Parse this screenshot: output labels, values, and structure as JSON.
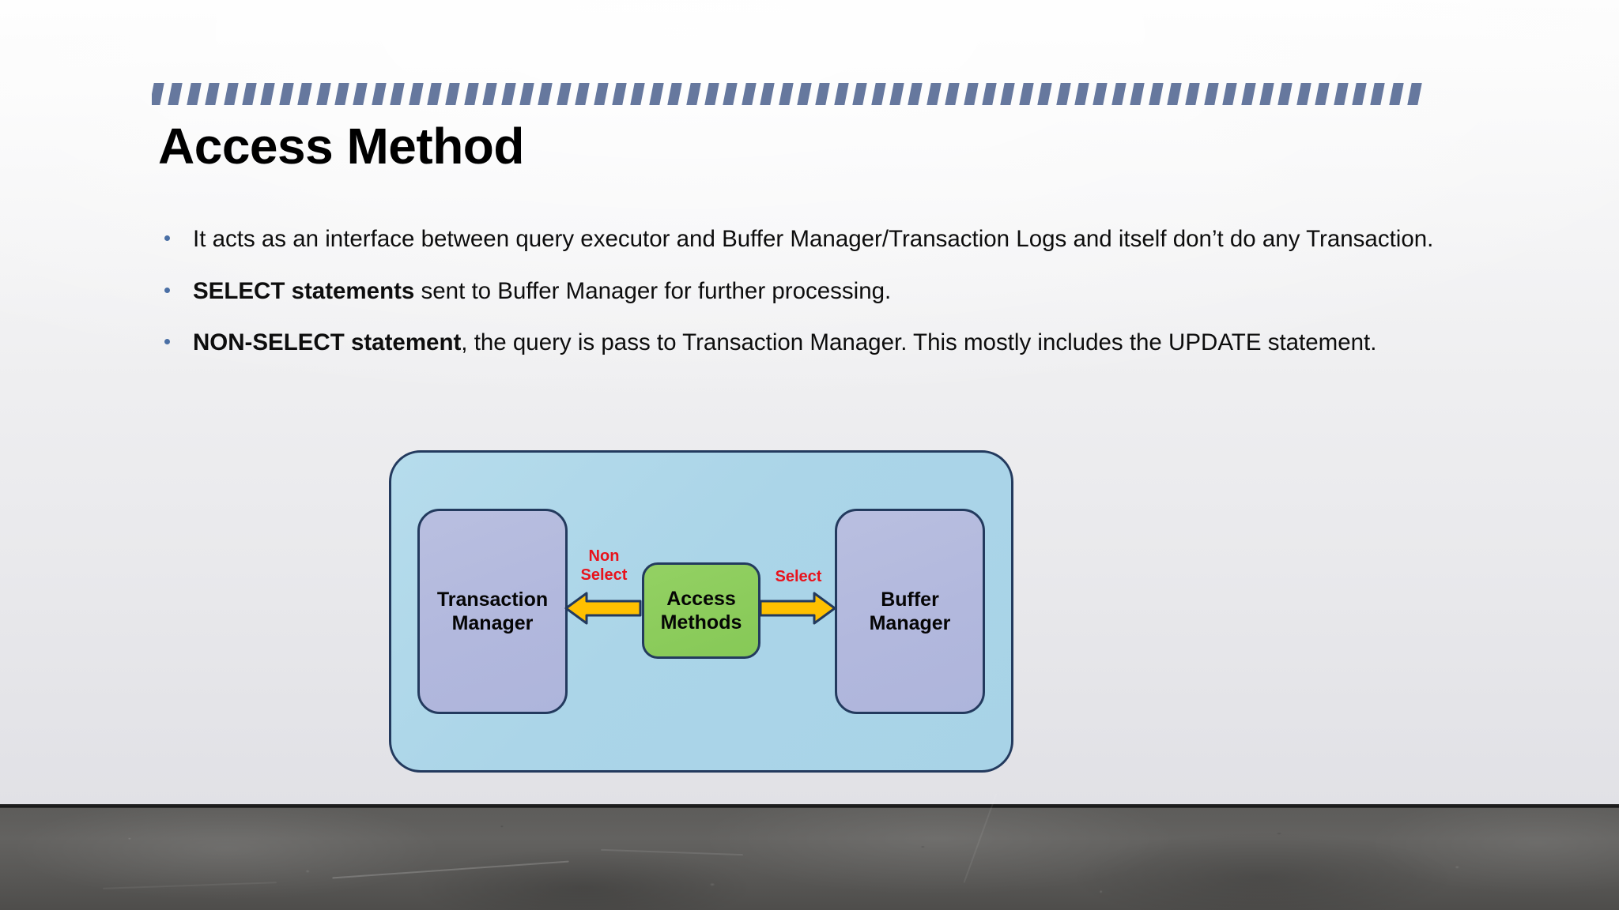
{
  "slide": {
    "title": "Access Method",
    "decor": {
      "name": "slanted-bars-divider",
      "color": "#66789e",
      "bar_count": 69
    }
  },
  "bullets": [
    {
      "id": "bullet-1",
      "segments": [
        {
          "text": "It acts as an interface between query executor and Buffer Manager/Transaction Logs and itself don’t do any Transaction.",
          "bold": false
        }
      ]
    },
    {
      "id": "bullet-2",
      "segments": [
        {
          "text": "SELECT statements",
          "bold": true
        },
        {
          "text": " sent to Buffer Manager for further processing.",
          "bold": false
        }
      ]
    },
    {
      "id": "bullet-3",
      "segments": [
        {
          "text": "NON-SELECT statement",
          "bold": true
        },
        {
          "text": ", the query is pass to Transaction Manager. This mostly includes the UPDATE statement.",
          "bold": false
        }
      ]
    }
  ],
  "diagram": {
    "container_label": "",
    "nodes": {
      "left": {
        "line1": "Transaction",
        "line2": "Manager",
        "fill": "#b2b8dd",
        "stroke": "#233a5e"
      },
      "center": {
        "line1": "Access",
        "line2": "Methods",
        "fill": "#8ccc5c",
        "stroke": "#233a5e"
      },
      "right": {
        "line1": "Buffer",
        "line2": "Manager",
        "fill": "#b2b8dd",
        "stroke": "#233a5e"
      }
    },
    "edges": [
      {
        "id": "edge-non-select",
        "label_line1": "Non",
        "label_line2": "Select",
        "direction": "left",
        "color": "#e8131c",
        "arrow_fill": "#ffc000"
      },
      {
        "id": "edge-select",
        "label_line1": "Select",
        "label_line2": "",
        "direction": "right",
        "color": "#e8131c",
        "arrow_fill": "#ffc000"
      }
    ],
    "outer_fill": "#abd5e8",
    "outer_stroke": "#233a5e"
  },
  "colors": {
    "accent_bars": "#66789e",
    "bullet_dot": "#4a6fa5",
    "arrow": "#ffc000",
    "edge_label": "#e8131c",
    "node_stroke": "#233a5e",
    "floor": "#5d5c5a"
  }
}
